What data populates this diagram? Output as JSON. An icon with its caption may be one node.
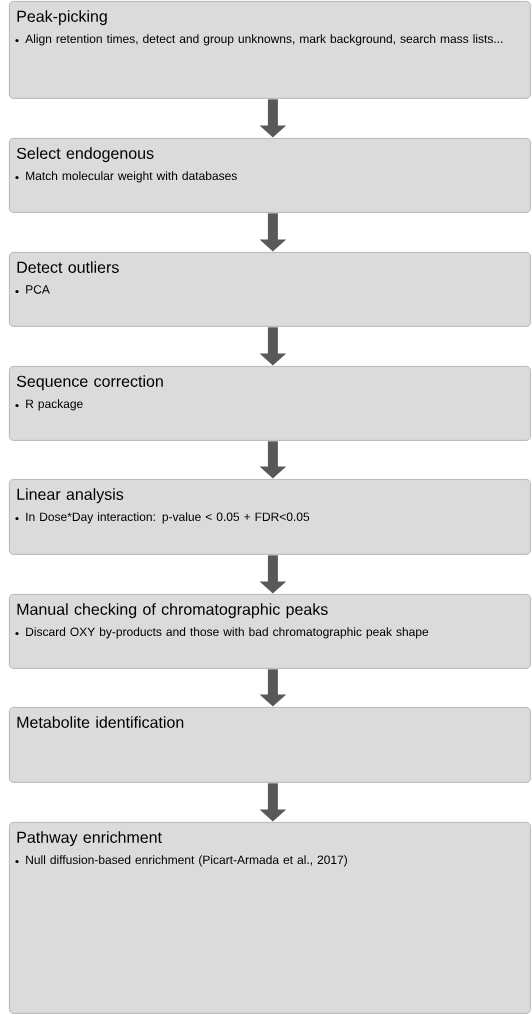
{
  "diagram": {
    "nodes": [
      {
        "text": [
          "Peak-picking",
          "Align retention times, detect and group unknowns, mark background, search mass lists..."
        ]
      },
      {
        "text": [
          "Select endogenous",
          "Match molecular weight with databases"
        ]
      },
      {
        "text": [
          "Detect outliers",
          "PCA"
        ]
      },
      {
        "text": [
          "Sequence correction",
          "R package"
        ]
      },
      {
        "text": [
          "Linear analysis",
          "In Dose*Day interaction: p-value < 0.05 + FDR<0.05"
        ]
      },
      {
        "text": [
          "Manual checking of chromatographic peaks",
          "Discard OXY by-products and those with bad chromatographic peak shape"
        ]
      },
      {
        "text": [
          "Metabolite identification"
        ]
      },
      {
        "text": [
          "Pathway enrichment",
          "Null diffusion-based enrichment (Picart-Armada et al., 2017)"
        ]
      }
    ],
    "edges": [
      {
        "from": 0,
        "to": 1,
        "arrow": "to"
      },
      {
        "from": 1,
        "to": 2,
        "arrow": "to"
      },
      {
        "from": 2,
        "to": 3,
        "arrow": "to"
      },
      {
        "from": 3,
        "to": 4,
        "arrow": "to"
      },
      {
        "from": 4,
        "to": 5,
        "arrow": "to"
      },
      {
        "from": 5,
        "to": 6,
        "arrow": "to"
      },
      {
        "from": 6,
        "to": 7,
        "arrow": "to"
      }
    ]
  }
}
